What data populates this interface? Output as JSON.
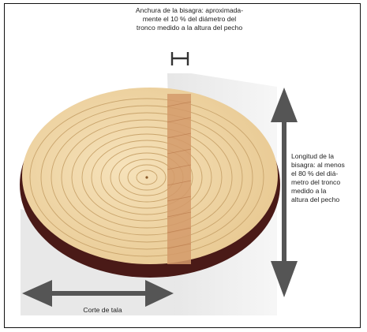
{
  "labels": {
    "hinge_width": "Anchura de la bisagra: aproximada-\nmente el 10 % del diámetro del\ntronco medido a la altura del pecho",
    "hinge_length": "Longitud de la\nbisagra: al menos\nel 80 % del diá-\nmetro del tronco\nmedido a la\naltura del pecho",
    "felling_cut": "Corte de tala"
  },
  "colors": {
    "wood_light": "#f0d7a5",
    "wood_ring": "#c9a46c",
    "hinge_band": "#d39a6a",
    "bark": "#4a1a17",
    "arrow": "#555555",
    "shadow": "#d9d9d9"
  }
}
